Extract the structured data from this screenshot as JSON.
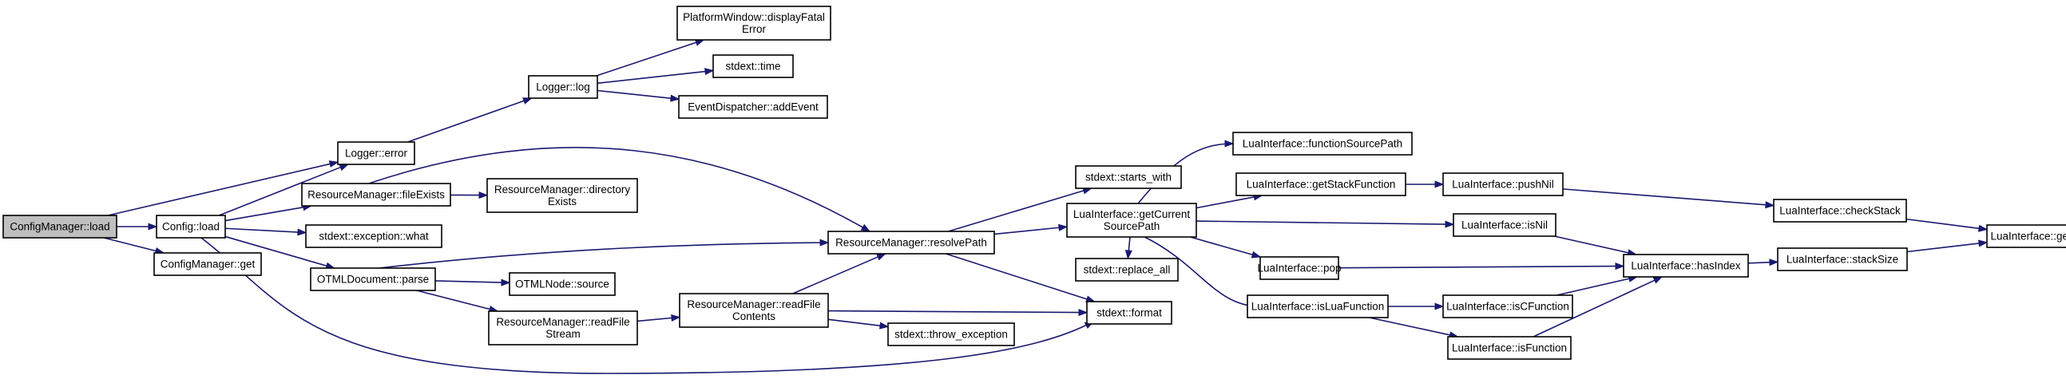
{
  "diagram": {
    "nodes": [
      {
        "id": "n_cm_load",
        "lines": [
          "ConfigManager::load"
        ],
        "root": true
      },
      {
        "id": "n_config_load",
        "lines": [
          "Config::load"
        ]
      },
      {
        "id": "n_cm_get",
        "lines": [
          "ConfigManager::get"
        ]
      },
      {
        "id": "n_logger_error",
        "lines": [
          "Logger::error"
        ]
      },
      {
        "id": "n_logger_log",
        "lines": [
          "Logger::log"
        ]
      },
      {
        "id": "n_pw_fatal",
        "lines": [
          "PlatformWindow::displayFatal",
          "Error"
        ]
      },
      {
        "id": "n_stdext_time",
        "lines": [
          "stdext::time"
        ]
      },
      {
        "id": "n_ed_addevent",
        "lines": [
          "EventDispatcher::addEvent"
        ]
      },
      {
        "id": "n_rm_fileexists",
        "lines": [
          "ResourceManager::fileExists"
        ]
      },
      {
        "id": "n_rm_direxists",
        "lines": [
          "ResourceManager::directory",
          "Exists"
        ]
      },
      {
        "id": "n_stdext_exwhat",
        "lines": [
          "stdext::exception::what"
        ]
      },
      {
        "id": "n_otml_parse",
        "lines": [
          "OTMLDocument::parse"
        ]
      },
      {
        "id": "n_otml_source",
        "lines": [
          "OTMLNode::source"
        ]
      },
      {
        "id": "n_rm_readstream",
        "lines": [
          "ResourceManager::readFile",
          "Stream"
        ]
      },
      {
        "id": "n_rm_readcontents",
        "lines": [
          "ResourceManager::readFile",
          "Contents"
        ]
      },
      {
        "id": "n_stdext_throw",
        "lines": [
          "stdext::throw_exception"
        ]
      },
      {
        "id": "n_rm_resolvepath",
        "lines": [
          "ResourceManager::resolvePath"
        ]
      },
      {
        "id": "n_stdext_starts",
        "lines": [
          "stdext::starts_with"
        ]
      },
      {
        "id": "n_stdext_replace",
        "lines": [
          "stdext::replace_all"
        ]
      },
      {
        "id": "n_stdext_format",
        "lines": [
          "stdext::format"
        ]
      },
      {
        "id": "n_li_getcurrent",
        "lines": [
          "LuaInterface::getCurrent",
          "SourcePath"
        ]
      },
      {
        "id": "n_li_funcsource",
        "lines": [
          "LuaInterface::functionSourcePath"
        ]
      },
      {
        "id": "n_li_getstackfunc",
        "lines": [
          "LuaInterface::getStackFunction"
        ]
      },
      {
        "id": "n_li_pushnil",
        "lines": [
          "LuaInterface::pushNil"
        ]
      },
      {
        "id": "n_li_checkstack",
        "lines": [
          "LuaInterface::checkStack"
        ]
      },
      {
        "id": "n_li_gettop",
        "lines": [
          "LuaInterface::getTop"
        ]
      },
      {
        "id": "n_li_isnil",
        "lines": [
          "LuaInterface::isNil"
        ]
      },
      {
        "id": "n_li_hasindex",
        "lines": [
          "LuaInterface::hasIndex"
        ]
      },
      {
        "id": "n_li_stacksize",
        "lines": [
          "LuaInterface::stackSize"
        ]
      },
      {
        "id": "n_li_pop",
        "lines": [
          "LuaInterface::pop"
        ]
      },
      {
        "id": "n_li_isluafunc",
        "lines": [
          "LuaInterface::isLuaFunction"
        ]
      },
      {
        "id": "n_li_iscfunc",
        "lines": [
          "LuaInterface::isCFunction"
        ]
      },
      {
        "id": "n_li_isfunc",
        "lines": [
          "LuaInterface::isFunction"
        ]
      }
    ],
    "edges": [
      {
        "from": "n_cm_load",
        "to": "n_logger_error"
      },
      {
        "from": "n_cm_load",
        "to": "n_config_load"
      },
      {
        "from": "n_cm_load",
        "to": "n_cm_get"
      },
      {
        "from": "n_config_load",
        "to": "n_logger_error"
      },
      {
        "from": "n_config_load",
        "to": "n_rm_fileexists"
      },
      {
        "from": "n_config_load",
        "to": "n_stdext_exwhat"
      },
      {
        "from": "n_config_load",
        "to": "n_otml_parse"
      },
      {
        "from": "n_config_load",
        "to": "n_stdext_format"
      },
      {
        "from": "n_logger_error",
        "to": "n_logger_log"
      },
      {
        "from": "n_logger_log",
        "to": "n_pw_fatal"
      },
      {
        "from": "n_logger_log",
        "to": "n_stdext_time"
      },
      {
        "from": "n_logger_log",
        "to": "n_ed_addevent"
      },
      {
        "from": "n_rm_fileexists",
        "to": "n_rm_direxists"
      },
      {
        "from": "n_rm_fileexists",
        "to": "n_rm_resolvepath"
      },
      {
        "from": "n_otml_parse",
        "to": "n_rm_resolvepath"
      },
      {
        "from": "n_otml_parse",
        "to": "n_otml_source"
      },
      {
        "from": "n_otml_parse",
        "to": "n_rm_readstream"
      },
      {
        "from": "n_rm_readstream",
        "to": "n_rm_readcontents"
      },
      {
        "from": "n_rm_readcontents",
        "to": "n_rm_resolvepath"
      },
      {
        "from": "n_rm_readcontents",
        "to": "n_stdext_format"
      },
      {
        "from": "n_rm_readcontents",
        "to": "n_stdext_throw"
      },
      {
        "from": "n_rm_resolvepath",
        "to": "n_stdext_starts"
      },
      {
        "from": "n_rm_resolvepath",
        "to": "n_li_getcurrent"
      },
      {
        "from": "n_rm_resolvepath",
        "to": "n_stdext_format"
      },
      {
        "from": "n_li_getcurrent",
        "to": "n_li_funcsource"
      },
      {
        "from": "n_li_getcurrent",
        "to": "n_li_getstackfunc"
      },
      {
        "from": "n_li_getcurrent",
        "to": "n_li_isnil"
      },
      {
        "from": "n_li_getcurrent",
        "to": "n_stdext_replace"
      },
      {
        "from": "n_li_getcurrent",
        "to": "n_li_pop"
      },
      {
        "from": "n_li_getcurrent",
        "to": "n_li_isluafunc"
      },
      {
        "from": "n_li_getstackfunc",
        "to": "n_li_pushnil"
      },
      {
        "from": "n_li_pushnil",
        "to": "n_li_checkstack"
      },
      {
        "from": "n_li_checkstack",
        "to": "n_li_gettop"
      },
      {
        "from": "n_li_isnil",
        "to": "n_li_hasindex"
      },
      {
        "from": "n_li_pop",
        "to": "n_li_hasindex"
      },
      {
        "from": "n_li_hasindex",
        "to": "n_li_stacksize"
      },
      {
        "from": "n_li_stacksize",
        "to": "n_li_gettop"
      },
      {
        "from": "n_li_isluafunc",
        "to": "n_li_iscfunc"
      },
      {
        "from": "n_li_isluafunc",
        "to": "n_li_isfunc"
      },
      {
        "from": "n_li_iscfunc",
        "to": "n_li_hasindex"
      },
      {
        "from": "n_li_isfunc",
        "to": "n_li_hasindex"
      }
    ]
  },
  "colors": {
    "edge": "#191970",
    "node_border": "#000000",
    "node_fill": "#ffffff",
    "root_fill": "#bfbfbf"
  }
}
